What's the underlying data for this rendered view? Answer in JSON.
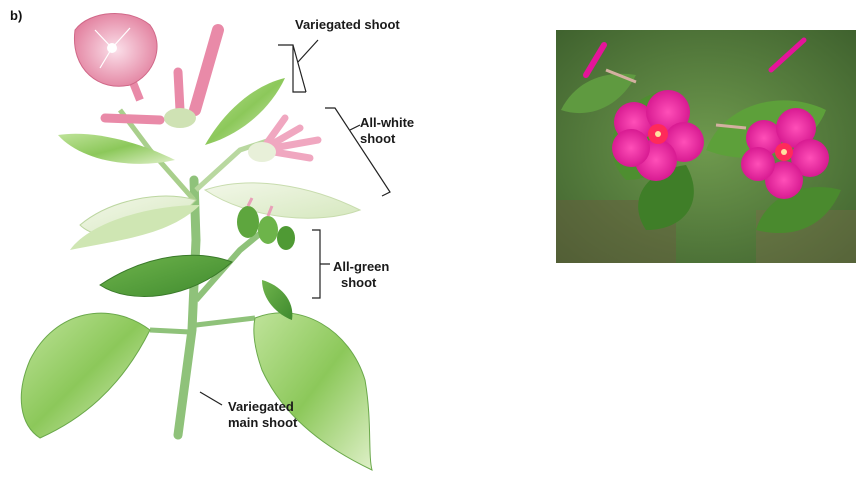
{
  "panel_letter": "b)",
  "labels": {
    "variegated_shoot": "Variegated shoot",
    "all_white_1": "All-white",
    "all_white_2": "shoot",
    "all_green_1": "All-green",
    "all_green_2": "shoot",
    "main_1": "Variegated",
    "main_2": "main shoot"
  },
  "colors": {
    "leaf_green": "#8cc85a",
    "leaf_pale": "#dfeecb",
    "leaf_dark": "#4f9a3a",
    "flower_pink": "#e57ea0",
    "photo_flower": "#e4149a",
    "photo_bg": "#4f7a3b"
  }
}
